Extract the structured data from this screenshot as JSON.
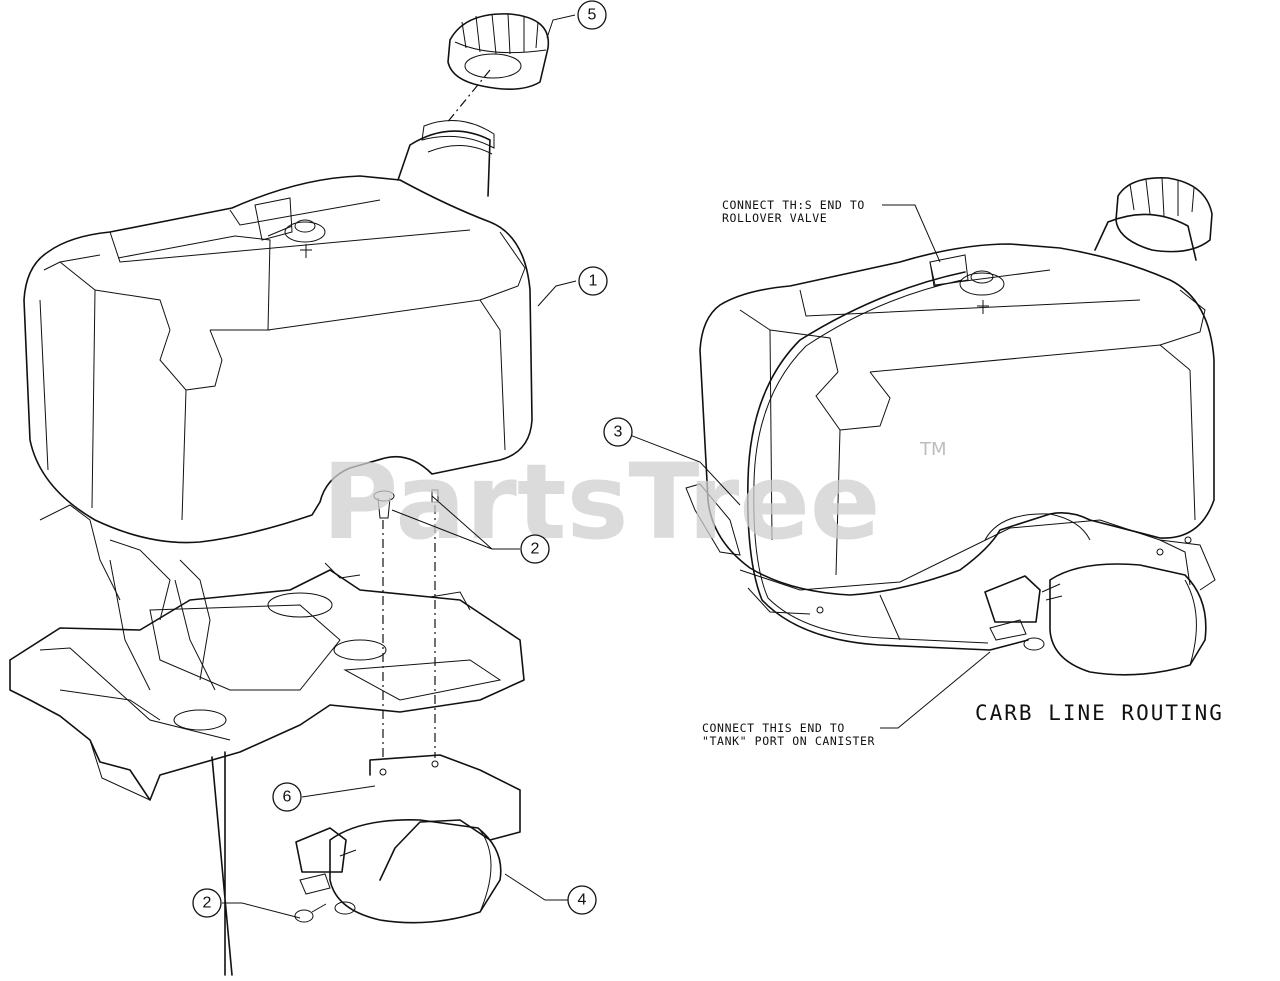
{
  "watermark": {
    "text": "PartsTree",
    "tm": "TM"
  },
  "callouts": [
    {
      "id": "c5",
      "label": "5"
    },
    {
      "id": "c1",
      "label": "1"
    },
    {
      "id": "c3",
      "label": "3"
    },
    {
      "id": "c2a",
      "label": "2"
    },
    {
      "id": "c6",
      "label": "6"
    },
    {
      "id": "c2b",
      "label": "2"
    },
    {
      "id": "c4",
      "label": "4"
    }
  ],
  "notes": {
    "rollover_line1": "CONNECT TH:S END TO",
    "rollover_line2": "ROLLOVER VALVE",
    "tank_line1": "CONNECT THIS END TO",
    "tank_line2": "\"TANK\" PORT ON CANISTER",
    "routing_title": "CARB LINE ROUTING"
  }
}
